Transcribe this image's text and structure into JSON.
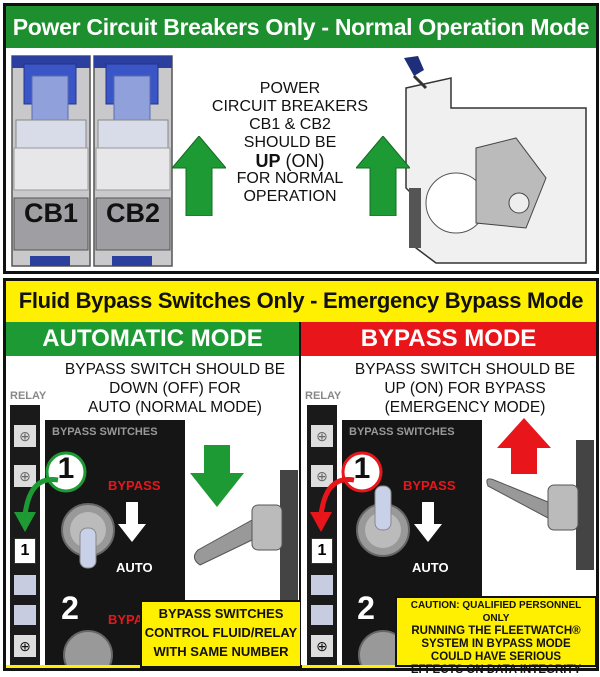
{
  "top_section": {
    "title": "Power Circuit Breakers Only - Normal Operation Mode",
    "breakers": [
      {
        "label": "CB1"
      },
      {
        "label": "CB2"
      }
    ],
    "instruction_lines": [
      "POWER",
      "CIRCUIT BREAKERS",
      "CB1 & CB2",
      "SHOULD BE"
    ],
    "instruction_emphasis": "UP",
    "instruction_emphasis_suffix": " (ON)",
    "instruction_tail_lines": [
      "FOR NORMAL",
      "OPERATION"
    ],
    "colors": {
      "header": "#1e8f2e",
      "arrow": "#1e9a35",
      "border": "#111111"
    }
  },
  "bottom_section": {
    "title": "Fluid Bypass Switches Only - Emergency Bypass Mode",
    "colors": {
      "header": "#ffef00",
      "auto": "#1e9a35",
      "bypass": "#e8161b"
    },
    "automatic": {
      "header": "AUTOMATIC MODE",
      "instruction_lines": [
        "BYPASS SWITCH SHOULD BE",
        "DOWN (OFF) FOR",
        "AUTO (NORMAL MODE)"
      ],
      "relay_label": "RELAY",
      "switches_label": "BYPASS SWITCHES",
      "switch_number_1": "1",
      "switch_number_2": "2",
      "relay_number": "1",
      "bypass_label": "BYPASS",
      "bypass_label_2": "BYPA",
      "auto_label": "AUTO",
      "note_lines": [
        "BYPASS SWITCHES",
        "CONTROL FLUID/RELAY",
        "WITH SAME NUMBER"
      ]
    },
    "bypass": {
      "header": "BYPASS MODE",
      "instruction_lines": [
        "BYPASS SWITCH SHOULD BE",
        "UP (ON) FOR BYPASS",
        "(EMERGENCY MODE)"
      ],
      "relay_label": "RELAY",
      "switches_label": "BYPASS SWITCHES",
      "switch_number_1": "1",
      "switch_number_2": "2",
      "relay_number": "1",
      "bypass_label": "BYPASS",
      "auto_label": "AUTO",
      "caution_lines": [
        "CAUTION: QUALIFIED PERSONNEL ONLY",
        "RUNNING THE FLEETWATCH®",
        "SYSTEM IN BYPASS MODE",
        "COULD HAVE SERIOUS",
        "EFFECTS ON DATA INTEGRITY"
      ]
    }
  }
}
